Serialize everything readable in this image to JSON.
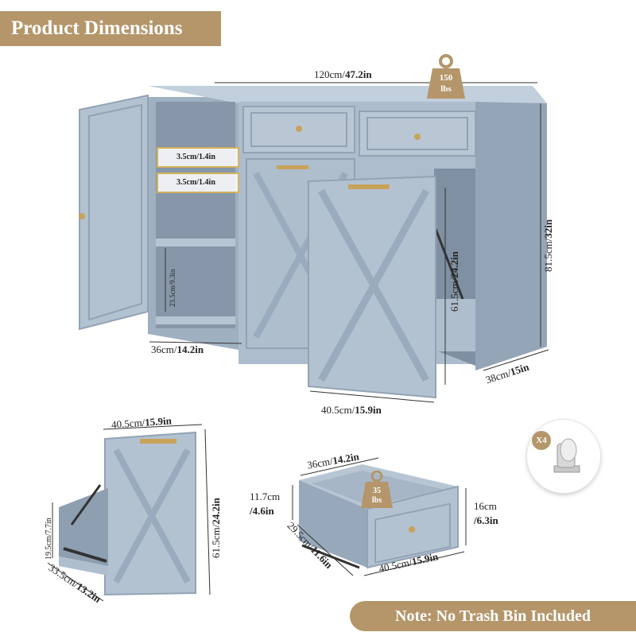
{
  "header": {
    "title": "Product Dimensions"
  },
  "main_cabinet": {
    "width_cm": "120cm/",
    "width_in": "47.2in",
    "height_cm": "81.5cm/",
    "height_in": "32in",
    "depth_cm": "38cm/",
    "depth_in": "15in",
    "left_cabinet_width_cm": "36cm/",
    "left_cabinet_width_in": "14.2in",
    "bin_door_width_cm": "40.5cm/",
    "bin_door_width_in": "15.9in",
    "bin_door_height_cm": "61.5cm/",
    "bin_door_height_in": "24.2in",
    "shelf_adjust_1": "3.5cm/1.4in",
    "shelf_adjust_2": "3.5cm/1.4in",
    "shelf_height": "23.5cm/9.3in",
    "max_load_value": "150",
    "max_load_unit": "lbs"
  },
  "tilt_bin": {
    "width_cm": "40.5cm/",
    "width_in": "15.9in",
    "height_cm": "61.5cm/",
    "height_in": "24.2in",
    "tray_height": "19.5cm/7.7in",
    "tray_depth_cm": "33.5cm/",
    "tray_depth_in": "13.2in"
  },
  "drawer": {
    "width_top_cm": "36cm/",
    "width_top_in": "14.2in",
    "inner_height_cm": "11.7cm",
    "inner_height_in": "/4.6in",
    "outer_height_cm": "16cm",
    "outer_height_in": "/6.3in",
    "depth_cm": "29.5cm/",
    "depth_in": "11.6in",
    "front_width_cm": "40.5cm/",
    "front_width_in": "15.9in",
    "max_load_value": "35",
    "max_load_unit": "lbs"
  },
  "caster": {
    "count": "X4"
  },
  "footer": {
    "note": "Note: No Trash Bin Included"
  },
  "colors": {
    "accent": "#b4966a",
    "cabinet": "#a8b8c8",
    "cabinet_dark": "#8fa0b2",
    "handle": "#c9a25a"
  }
}
